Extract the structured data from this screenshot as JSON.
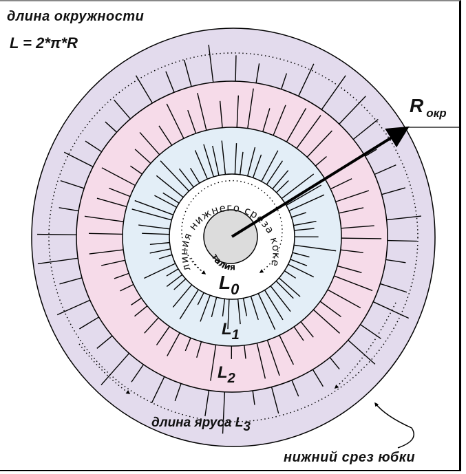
{
  "title": "длина окружности",
  "formula": "L = 2*π*R",
  "radius_label": "R",
  "radius_subscript": "окр",
  "inner_curve_text": "линия нижнего среза кокетки",
  "waist_text": "талия",
  "level_labels": [
    {
      "main": "L",
      "sub": "0"
    },
    {
      "main": "L",
      "sub": "1"
    },
    {
      "main": "L",
      "sub": "2"
    }
  ],
  "tier_length_label": "длина яруса L",
  "tier_length_sub": "3",
  "hem_label": "нижний срез юбки",
  "colors": {
    "outer_ring": "#e3dbed",
    "middle_ring": "#f6dbe9",
    "inner_ring": "#e3eef7",
    "yoke_ring": "#ffffff",
    "waist": "#dcdcdc"
  }
}
